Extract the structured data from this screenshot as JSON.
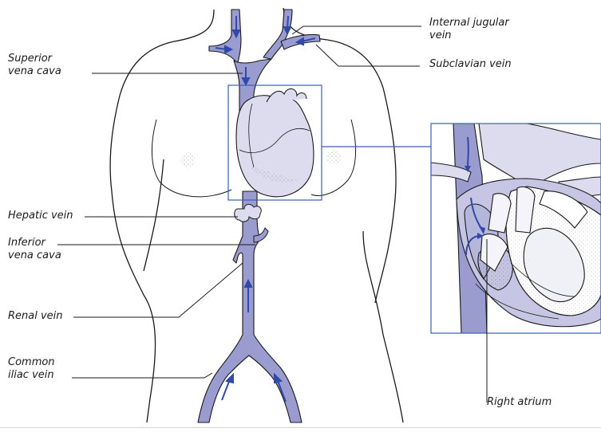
{
  "labels": {
    "internal_jugular_1": "Internal jugular",
    "internal_jugular_2": "vein",
    "subclavian": "Subclavian vein",
    "superior_vc_1": "Superior",
    "superior_vc_2": "vena cava",
    "hepatic": "Hepatic vein",
    "inferior_vc_1": "Inferior",
    "inferior_vc_2": "vena cava",
    "renal": "Renal vein",
    "common_iliac_1": "Common",
    "common_iliac_2": "iliac vein",
    "right_atrium": "Right atrium"
  },
  "colors": {
    "vein_fill": "#9a9cd0",
    "vein_dark": "#7a7fc2",
    "arrow": "#2f4aa8",
    "heart_fill": "#dcdcee",
    "frame": "#3d5db5",
    "outline": "#1a1a1a"
  }
}
